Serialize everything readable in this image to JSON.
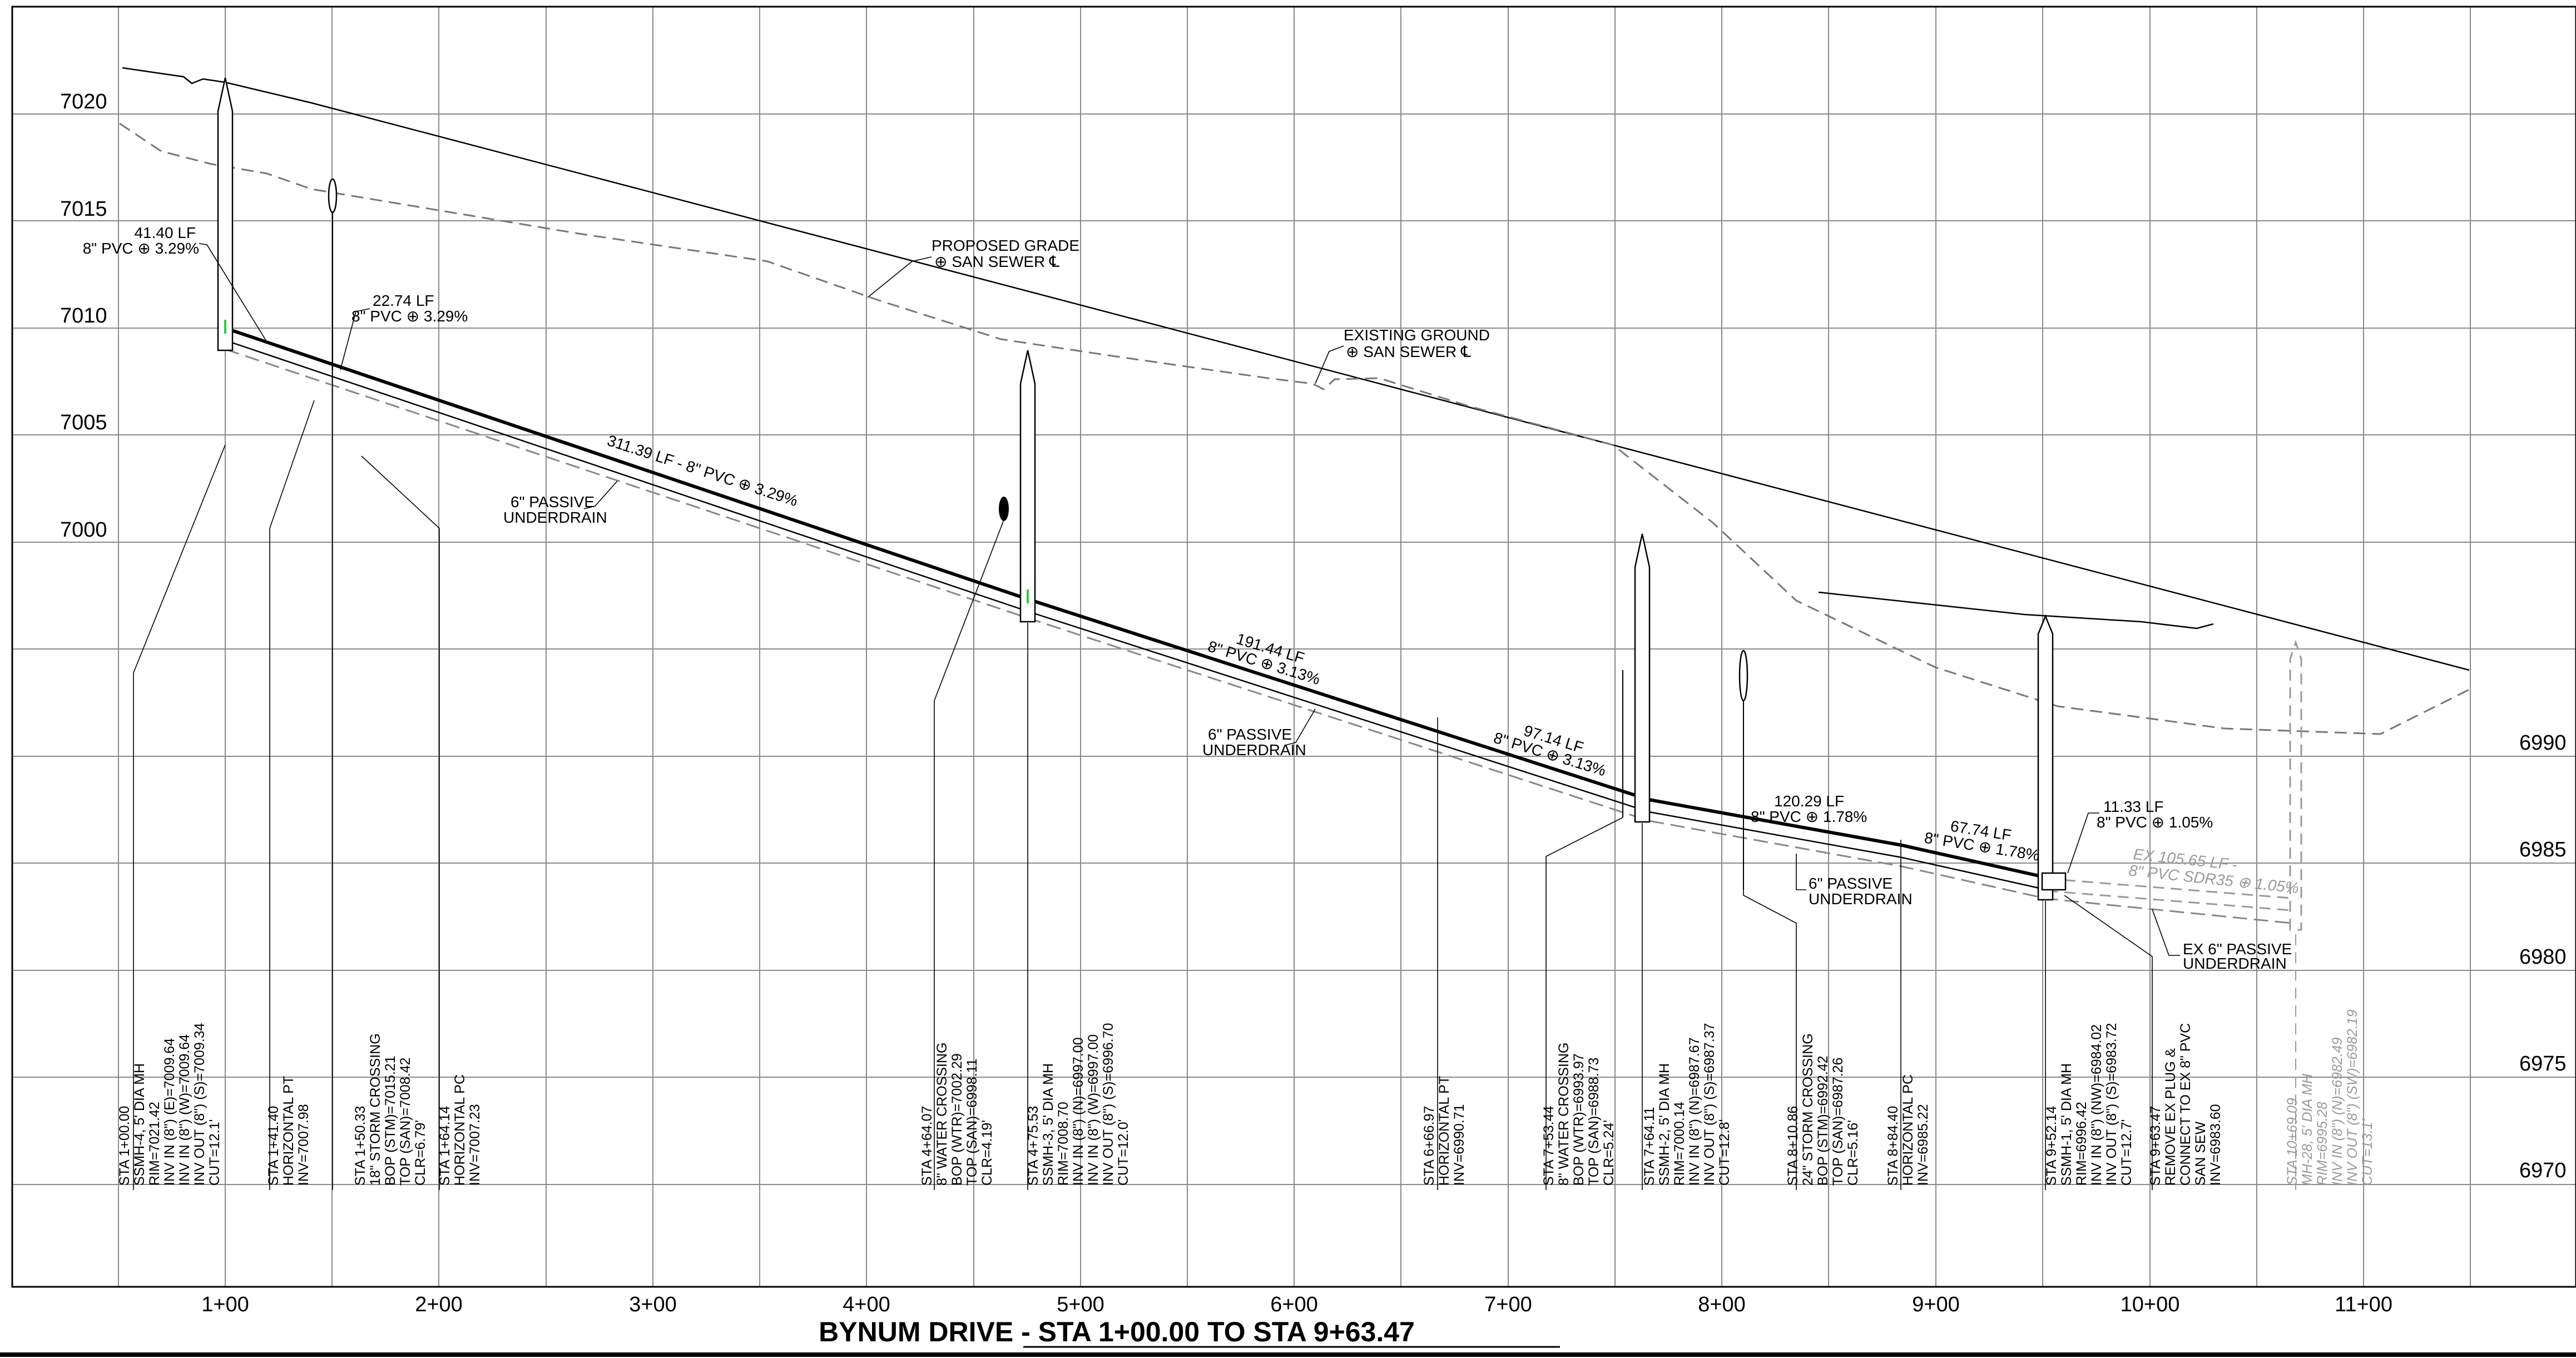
{
  "title": "BYNUM DRIVE  - STA 1+00.00 TO STA 9+63.47",
  "elevation_labels_left": [
    "7020",
    "7015",
    "7010",
    "7005",
    "7000"
  ],
  "elevation_labels_right": [
    "6990",
    "6985",
    "6980",
    "6975",
    "6970"
  ],
  "station_labels": [
    "1+00",
    "2+00",
    "3+00",
    "4+00",
    "5+00",
    "6+00",
    "7+00",
    "8+00",
    "9+00",
    "10+00",
    "11+00"
  ],
  "profile_labels": {
    "proposed_grade": [
      "PROPOSED GRADE",
      "⊕ SAN SEWER ℄"
    ],
    "existing_ground": [
      "EXISTING GROUND",
      "⊕ SAN SEWER ℄"
    ],
    "underdrain_1": [
      "6\" PASSIVE",
      "UNDERDRAIN"
    ],
    "underdrain_2": [
      "6\" PASSIVE",
      "UNDERDRAIN"
    ],
    "underdrain_3": [
      "6\" PASSIVE",
      "UNDERDRAIN"
    ],
    "ex_underdrain": [
      "EX 6\" PASSIVE",
      "UNDERDRAIN"
    ]
  },
  "pipe_labels": {
    "p1": [
      "41.40 LF",
      "8\" PVC ⊕ 3.29%"
    ],
    "p2": [
      "22.74 LF",
      "8\" PVC ⊕ 3.29%"
    ],
    "p3": "311.39 LF - 8\" PVC ⊕ 3.29%",
    "p4": [
      "191.44 LF",
      "8\" PVC ⊕ 3.13%"
    ],
    "p5": [
      "97.14 LF",
      "8\" PVC ⊕ 3.13%"
    ],
    "p6": [
      "120.29 LF",
      "8\" PVC ⊕ 1.78%"
    ],
    "p7": [
      "67.74 LF",
      "8\" PVC ⊕ 1.78%"
    ],
    "p8": [
      "11.33 LF",
      "8\" PVC ⊕ 1.05%"
    ],
    "ex": [
      "EX 105.65 LF -",
      "8\" PVC SDR35 ⊕ 1.05%"
    ]
  },
  "station_notes": [
    [
      "STA 1+00.00",
      "SSMH-4, 5' DIA MH",
      "RIM=7021.42",
      "INV IN (8\") (E)=7009.64",
      "INV IN (8\") (W)=7009.64",
      "INV OUT (8\") (S)=7009.34",
      "CUT=12.1'"
    ],
    [
      "STA 1+41.40",
      "HORIZONTAL PT",
      "INV=7007.98"
    ],
    [
      "STA 1+50.33",
      "18\" STORM CROSSING",
      "BOP (STM)=7015.21",
      "TOP (SAN)=7008.42",
      "CLR=6.79'"
    ],
    [
      "STA 1+64.14",
      "HORIZONTAL PC",
      "INV=7007.23"
    ],
    [
      "STA 4+64.07",
      "8\" WATER CROSSING",
      "BOP (WTR)=7002.29",
      "TOP (SAN)=6998.11",
      "CLR=4.19'"
    ],
    [
      "STA 4+75.53",
      "SSMH-3, 5' DIA MH",
      "RIM=7008.70",
      "INV IN (8\") (N)=6997.00",
      "INV IN (8\") (W)=6997.00",
      "INV OUT (8\") (S)=6996.70",
      "CUT=12.0'"
    ],
    [
      "STA 6+66.97",
      "HORIZONTAL PT",
      "INV=6990.71"
    ],
    [
      "STA 7+53.44",
      "8\" WATER CROSSING",
      "BOP (WTR)=6993.97",
      "TOP (SAN)=6988.73",
      "CLR=5.24'"
    ],
    [
      "STA 7+64.11",
      "SSMH-2, 5' DIA MH",
      "RIM=7000.14",
      "INV IN (8\") (N)=6987.67",
      "INV OUT (8\") (S)=6987.37",
      "CUT=12.8'"
    ],
    [
      "STA 8+10.86",
      "24\" STORM CROSSING",
      "BOP (STM)=6992.42",
      "TOP (SAN)=6987.26",
      "CLR=5.16'"
    ],
    [
      "STA 8+84.40",
      "HORIZONTAL PC",
      "INV=6985.22"
    ],
    [
      "STA 9+52.14",
      "SSMH-1, 5' DIA MH",
      "RIM=6996.42",
      "INV IN (8\") (NW)=6984.02",
      "INV OUT (8\") (S)=6983.72",
      "CUT=12.7'"
    ],
    [
      "STA 9+63.47",
      "REMOVE EX PLUG &",
      "CONNECT TO EX 8\" PVC",
      "SAN SEW",
      "INV=6983.60"
    ],
    [
      "STA 10+69.09",
      "MH-28, 5' DIA MH",
      "RIM=6995.28",
      "INV IN (8\") (N)=6982.49",
      "INV OUT (8\") (SW)=6982.19",
      "CUT=13.1'"
    ]
  ]
}
